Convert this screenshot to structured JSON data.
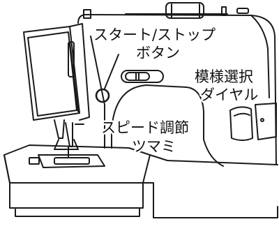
{
  "labels": {
    "start_stop_line1": "スタート/ストップ",
    "start_stop_line2": "ボタン",
    "pattern_line1": "模様選択",
    "pattern_line2": "ダイヤル",
    "speed_line1": "スピード調節",
    "speed_line2": "ツマミ"
  }
}
